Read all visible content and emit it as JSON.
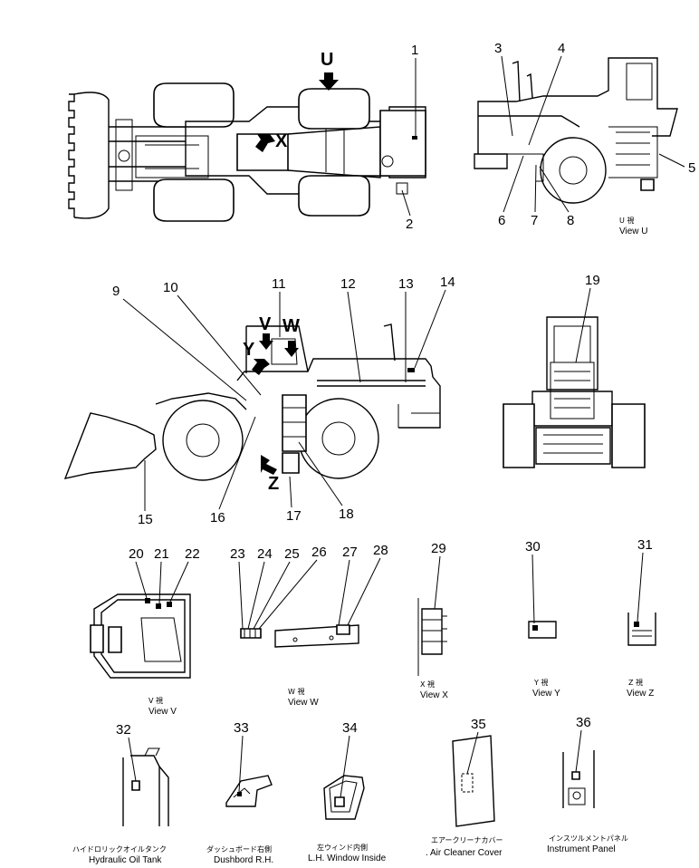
{
  "top_view": {
    "arrow_u": "U",
    "arrow_x": "X",
    "callouts": [
      "1",
      "2"
    ]
  },
  "view_u": {
    "callouts": [
      "3",
      "4",
      "5",
      "6",
      "7",
      "8"
    ],
    "caption_jp": "U 視",
    "caption_en": "View U"
  },
  "side_view": {
    "arrow_v": "V",
    "arrow_w": "W",
    "arrow_y": "Y",
    "arrow_z": "Z",
    "callouts": [
      "9",
      "10",
      "11",
      "12",
      "13",
      "14",
      "15",
      "16",
      "17",
      "18"
    ]
  },
  "front_view": {
    "callouts": [
      "19"
    ]
  },
  "detail_views": [
    {
      "callouts": [
        "20",
        "21",
        "22"
      ],
      "caption_jp": "V 視",
      "caption_en": "View V"
    },
    {
      "callouts": [
        "23",
        "24",
        "25",
        "26",
        "27",
        "28"
      ],
      "caption_jp": "W 視",
      "caption_en": "View W"
    },
    {
      "callouts": [
        "29"
      ],
      "caption_jp": "X 視",
      "caption_en": "View X"
    },
    {
      "callouts": [
        "30"
      ],
      "caption_jp": "Y 視",
      "caption_en": "View Y"
    },
    {
      "callouts": [
        "31"
      ],
      "caption_jp": "Z 視",
      "caption_en": "View Z"
    }
  ],
  "location_views": [
    {
      "callout": "32",
      "caption_jp": "ハイドロリックオイルタンク",
      "caption_en": "Hydraulic Oil Tank"
    },
    {
      "callout": "33",
      "caption_jp": "ダッシュボード右側",
      "caption_en": "Dushbord R.H."
    },
    {
      "callout": "34",
      "caption_jp": "左ウィンド内側",
      "caption_en": "L.H. Window Inside"
    },
    {
      "callout": "35",
      "caption_jp": "エアークリーナカバー",
      "caption_en": ". Air Cleaner Cover"
    },
    {
      "callout": "36",
      "caption_jp": "インスツルメントパネル",
      "caption_en": "Instrument Panel"
    }
  ]
}
